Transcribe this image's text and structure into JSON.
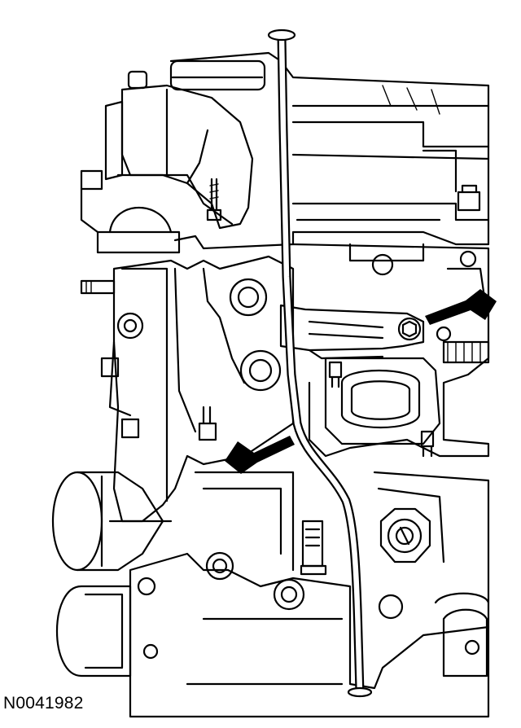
{
  "figure": {
    "id_label": "N0041982",
    "line_color": "#000000",
    "background_color": "#ffffff"
  },
  "callouts": [
    {
      "name": "arrow-upper-right",
      "icon": "arrow-icon"
    },
    {
      "name": "arrow-lower-left",
      "icon": "arrow-icon"
    }
  ]
}
